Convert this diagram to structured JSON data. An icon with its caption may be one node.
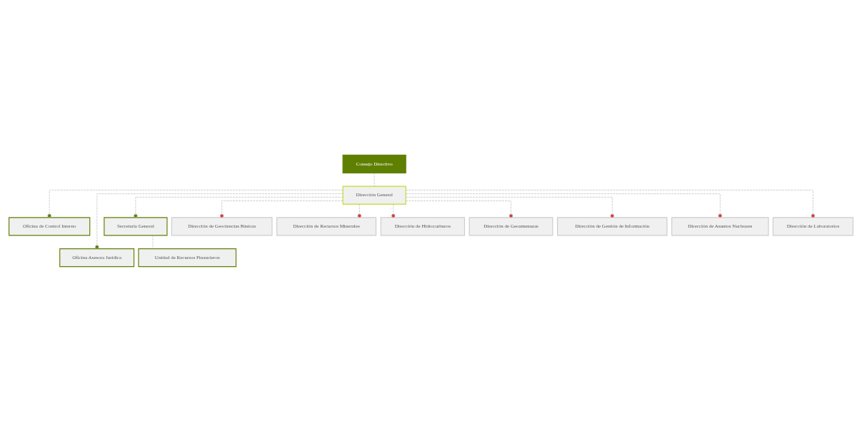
{
  "diagram": {
    "nodes": [
      {
        "text": [
          "Consejo Directivo"
        ]
      },
      {
        "text": [
          "Dirección General"
        ]
      },
      {
        "text": [
          "Oficina de Control Interno"
        ]
      },
      {
        "text": [
          "Oficina Asesora Jurídica"
        ]
      },
      {
        "text": [
          "Secretaría General"
        ]
      },
      {
        "text": [
          "Unidad de Recursos Financieros"
        ]
      },
      {
        "text": [
          "Dirección de Geociencias Básicas"
        ]
      },
      {
        "text": [
          "Dirección de Recursos Minerales"
        ]
      },
      {
        "text": [
          "Dirección de Hidrocarburos"
        ]
      },
      {
        "text": [
          "Dirección de Geoamenazas"
        ]
      },
      {
        "text": [
          "Dirección de Gestión de Información"
        ]
      },
      {
        "text": [
          "Dirección de Asuntos Nucleares"
        ]
      },
      {
        "text": [
          "Dirección de Laboratorios"
        ]
      }
    ],
    "edges": [
      {
        "from": 0,
        "to": 1,
        "arrow": "none"
      },
      {
        "from": 1,
        "to": 2,
        "arrow": "other"
      },
      {
        "from": 1,
        "to": 3,
        "arrow": "other"
      },
      {
        "from": 1,
        "to": 4,
        "arrow": "other"
      },
      {
        "from": 4,
        "to": 5,
        "arrow": "none"
      },
      {
        "from": 1,
        "to": 6,
        "arrow": "other"
      },
      {
        "from": 1,
        "to": 7,
        "arrow": "other"
      },
      {
        "from": 1,
        "to": 8,
        "arrow": "other"
      },
      {
        "from": 1,
        "to": 9,
        "arrow": "other"
      },
      {
        "from": 1,
        "to": 10,
        "arrow": "other"
      },
      {
        "from": 1,
        "to": 11,
        "arrow": "other"
      },
      {
        "from": 1,
        "to": 12,
        "arrow": "other"
      }
    ]
  }
}
